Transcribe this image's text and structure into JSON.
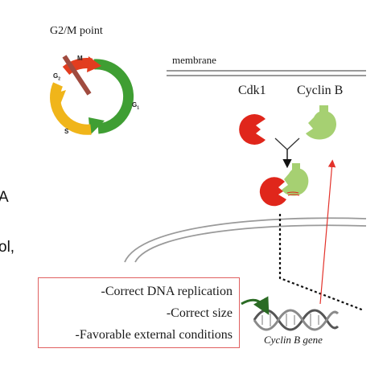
{
  "title": "G2/M point",
  "cycle_phases": {
    "m": "M",
    "g2": "G",
    "g2_sub": "2",
    "g1": "G",
    "g1_sub": "1",
    "s": "S"
  },
  "membrane_label": "membrane",
  "cdk1_label": "Cdk1",
  "cyclin_b_label": "Cyclin B",
  "gene_label": "Cyclin B gene",
  "conditions": [
    "-Correct DNA replication",
    "-Correct size",
    "-Favorable external conditions"
  ],
  "cut_off_text": [
    "A",
    "ol,"
  ],
  "colors": {
    "cdk1": "#e0261b",
    "cyclin_b": "#a6d072",
    "arrow_red": "#e3322b",
    "cycle_green": "#3f9e33",
    "cycle_yellow": "#f0b51a",
    "cycle_red": "#e23d1f",
    "block_bar": "#a04b3f",
    "dark_green_arrow": "#2b6b24"
  }
}
